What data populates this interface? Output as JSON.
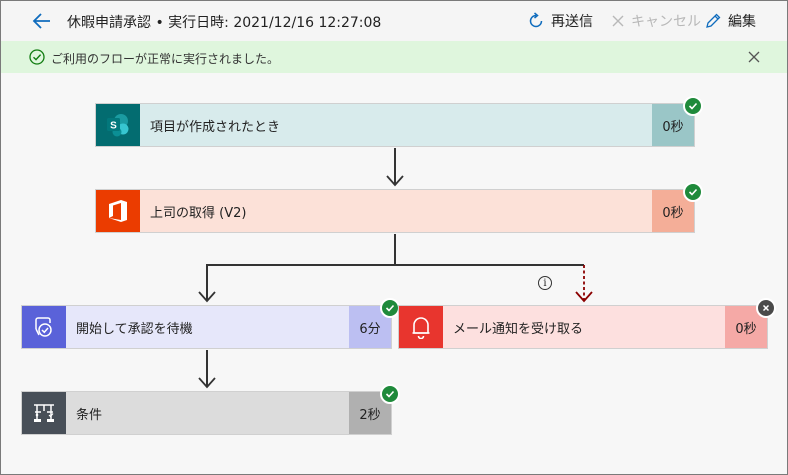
{
  "header": {
    "title": "休暇申請承認 • 実行日時: 2021/12/16 12:27:08",
    "resubmit_label": "再送信",
    "cancel_label": "キャンセル",
    "edit_label": "編集"
  },
  "banner": {
    "message": "ご利用のフローが正常に実行されました。"
  },
  "steps": [
    {
      "label": "項目が作成されたとき",
      "duration": "0秒",
      "status": "succeeded",
      "icon": "sharepoint-icon",
      "color": "#036c70",
      "body_color": "#d8ebec",
      "duration_color": "#9ac6c7"
    },
    {
      "label": "上司の取得 (V2)",
      "duration": "0秒",
      "status": "succeeded",
      "icon": "office365-icon",
      "color": "#eb3c00",
      "body_color": "#fce1d8",
      "duration_color": "#f4ae98"
    },
    {
      "label": "開始して承認を待機",
      "duration": "6分",
      "status": "succeeded",
      "icon": "approvals-icon",
      "color": "#5a62d9",
      "body_color": "#e6e7fa",
      "duration_color": "#bcbff2"
    },
    {
      "label": "メール通知を受け取る",
      "duration": "0秒",
      "status": "skipped",
      "icon": "bell-icon",
      "color": "#e8352e",
      "body_color": "#fde0df",
      "duration_color": "#f5a9a6"
    },
    {
      "label": "条件",
      "duration": "2秒",
      "status": "succeeded",
      "icon": "condition-icon",
      "color": "#484f58",
      "body_color": "#dcdcdc",
      "duration_color": "#b0b0b0"
    }
  ],
  "info_glyph": "i"
}
